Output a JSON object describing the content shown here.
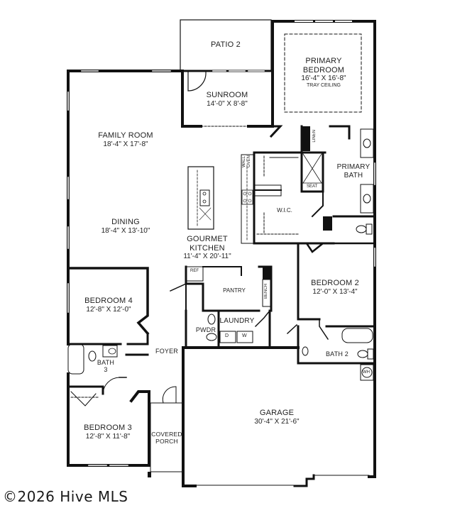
{
  "plan": {
    "rooms": [
      {
        "key": "patio2",
        "name": "PATIO 2",
        "dims": ""
      },
      {
        "key": "primary_bedroom",
        "name": "PRIMARY BEDROOM",
        "line1": "PRIMARY",
        "line2": "BEDROOM",
        "dims": "16'-4\" X 16'-8\"",
        "note": "TRAY CEILING"
      },
      {
        "key": "sunroom",
        "name": "SUNROOM",
        "dims": "14'-0\" X 8'-8\""
      },
      {
        "key": "family_room",
        "name": "FAMILY ROOM",
        "dims": "18'-4\" X 17'-8\""
      },
      {
        "key": "dining",
        "name": "DINING",
        "dims": "18'-4\" X 13'-10\""
      },
      {
        "key": "gourmet_kitchen",
        "name": "GOURMET KITCHEN",
        "line1": "GOURMET",
        "line2": "KITCHEN",
        "dims": "11'-4\" X 20'-11\""
      },
      {
        "key": "primary_bath",
        "name": "PRIMARY BATH",
        "line1": "PRIMARY",
        "line2": "BATH"
      },
      {
        "key": "wic",
        "name": "W.I.C."
      },
      {
        "key": "bedroom2",
        "name": "BEDROOM 2",
        "dims": "12'-0\" X 13'-4\""
      },
      {
        "key": "bath2",
        "name": "BATH 2"
      },
      {
        "key": "bedroom4",
        "name": "BEDROOM 4",
        "dims": "12'-8\" X 12'-0\""
      },
      {
        "key": "bath3",
        "name": "BATH 3",
        "line1": "BATH",
        "line2": "3"
      },
      {
        "key": "foyer",
        "name": "FOYER"
      },
      {
        "key": "pantry",
        "name": "PANTRY"
      },
      {
        "key": "laundry",
        "name": "LAUNDRY"
      },
      {
        "key": "pwdr",
        "name": "PWDR"
      },
      {
        "key": "bedroom3",
        "name": "BEDROOM 3",
        "dims": "12'-8\" X 11'-8\""
      },
      {
        "key": "covered_porch",
        "name": "COVERED PORCH",
        "line1": "COVERED",
        "line2": "PORCH"
      },
      {
        "key": "garage",
        "name": "GARAGE",
        "dims": "30'-4\" X 21'-6\""
      }
    ],
    "fixtures": {
      "wall_oven": "WALL OVEN",
      "wall": "WALL",
      "oven": "OVEN",
      "linen": "LINEN",
      "seat": "SEAT",
      "ref": "REF",
      "bench": "BENCH",
      "dryer": "D",
      "washer": "W",
      "water_heater": "WH"
    },
    "colors": {
      "wall": "#111111",
      "background": "#ffffff",
      "text": "#222222"
    }
  },
  "watermark": "©2026 Hive MLS"
}
